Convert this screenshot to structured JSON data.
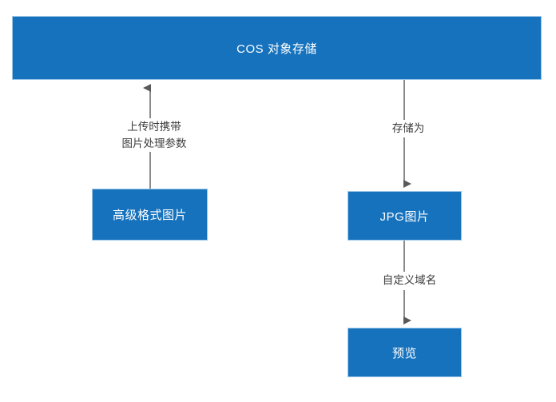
{
  "diagram": {
    "title_node": {
      "label": "COS 对象存储",
      "name": "cos-object-storage-banner"
    },
    "nodes": [
      {
        "id": "advanced-format-image",
        "label": "高级格式图片"
      },
      {
        "id": "jpg-image",
        "label": "JPG图片"
      },
      {
        "id": "preview",
        "label": "预览"
      }
    ],
    "edges": [
      {
        "id": "upload-edge",
        "from": "advanced-format-image",
        "to": "cos-object-storage-banner",
        "direction": "up",
        "label_line1": "上传时携带",
        "label_line2": "图片处理参数"
      },
      {
        "id": "store-edge",
        "from": "cos-object-storage-banner",
        "to": "jpg-image",
        "direction": "down",
        "label": "存储为"
      },
      {
        "id": "domain-edge",
        "from": "jpg-image",
        "to": "preview",
        "direction": "down",
        "label": "自定义域名"
      }
    ],
    "colors": {
      "node_fill": "#1672bd",
      "node_border": "#9dc7e8",
      "node_text": "#ffffff",
      "connector": "#595959",
      "label_text": "#3c3c3c",
      "background": "#ffffff"
    }
  }
}
